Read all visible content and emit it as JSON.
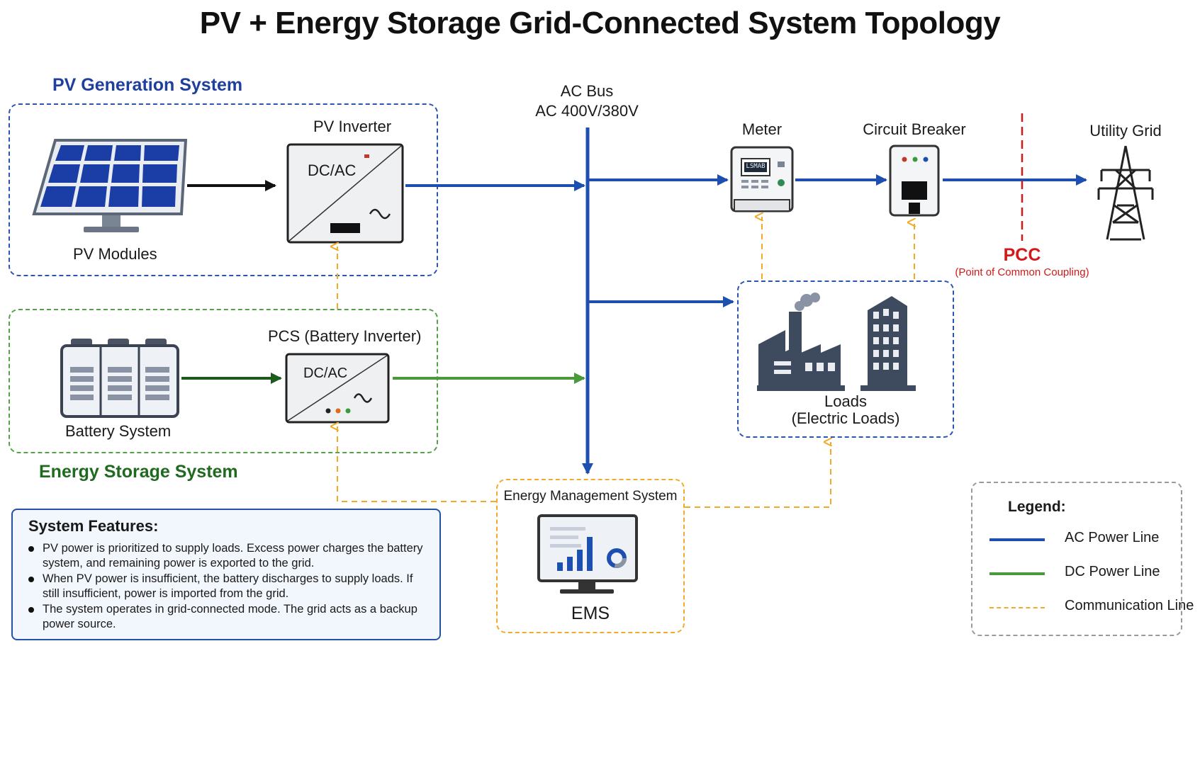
{
  "title": "PV + Energy Storage Grid-Connected System Topology",
  "groups": {
    "pv": "PV Generation System",
    "storage": "Energy Storage System"
  },
  "nodes": {
    "pv_modules": "PV Modules",
    "pv_inverter": "PV Inverter",
    "pv_inverter_func": "DC/AC",
    "battery": "Battery System",
    "pcs": "PCS (Battery Inverter)",
    "pcs_func": "DC/AC",
    "ac_bus": "AC Bus",
    "ac_bus_voltage": "AC 400V/380V",
    "meter": "Meter",
    "meter_display": "LSMAB",
    "breaker": "Circuit Breaker",
    "grid": "Utility Grid",
    "pcc": "PCC",
    "pcc_full": "(Point of Common Coupling)",
    "loads": "Loads",
    "loads_sub": "(Electric Loads)",
    "ems_title": "Energy Management System",
    "ems": "EMS"
  },
  "features": {
    "title": "System Features:",
    "items": [
      "PV power is prioritized to supply loads. Excess power charges the battery system, and remaining power is exported to the grid.",
      "When PV power is insufficient, the battery discharges to supply loads. If still insufficient, power is imported from the grid.",
      "The system operates in grid-connected mode. The grid acts as a backup power source."
    ]
  },
  "legend": {
    "title": "Legend:",
    "items": [
      {
        "label": "AC Power Line",
        "color": "#1d4fb0",
        "style": "solid"
      },
      {
        "label": "DC Power Line",
        "color": "#4a9a3c",
        "style": "solid"
      },
      {
        "label": "Communication Line",
        "color": "#f2aa2a",
        "style": "dashed"
      }
    ]
  },
  "colors": {
    "ac": "#1d4fb0",
    "dc": "#4a9a3c",
    "comm": "#f2aa2a",
    "pcc": "#d41818",
    "pv_group": "#2a55b0",
    "storage_group": "#56a04a",
    "pv_title": "#1f3f9e",
    "storage_title": "#1f6a1f"
  }
}
